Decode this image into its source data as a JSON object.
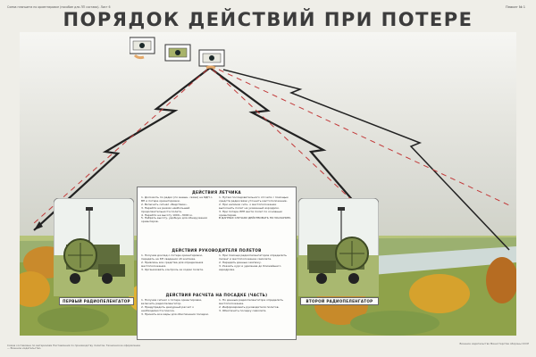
{
  "poster": {
    "title": "ПОРЯДОК ДЕЙСТВИЙ ПРИ ПОТЕРЕ ОРИЕНТИРОВКИ",
    "caption_top_left": "Схема планшета по ориентировке (пособие для ЛП состава). Лист 6",
    "caption_top_right": "Плакат № 1",
    "plate_left": "ПЕРВЫЙ РАДИОПЕЛЕНГАТОР",
    "plate_right": "ВТОРОЙ РАДИОПЕЛЕНГАТОР",
    "sections": {
      "pilot": {
        "heading": "ДЕЙСТВИЯ ЛЕТЧИКА",
        "col1": "1. Доложить по радио (по внешн. связи) на КДП о ВП и потере ориентировки.\n2. Включить сигнал «Бедствие».\n3. Перейти на режим наибольшей продолжительности полета.\n4. Перейти на высоту 1000—3000 м.\n5. Набрать высоту, удобную для обнаружения ориентиров.",
        "col2": "1. Путем последовательного отсчета с помощью средств радиосвязи уточнить местоположение.\n2. При наличии сигн. о местоположении выполнить полет на указанный аэродром.\n3. При потере ЛРП вести полет по основным ориентирам.\nВ ДАННЫХ СЛУЧАЯХ ДЕЙСТВОВАТЬ ПО УКАЗАНИЮ."
      },
      "flight_leader": {
        "heading": "ДЕЙСТВИЯ РУКОВОДИТЕЛЯ ПОЛЕТОВ",
        "col1": "1. Получив доклад о потере ориентировки, передать на КП сведения об экипаже.\n2. Привлечь все средства для определения местоположения.\n3. Организовать контроль за ходом полета.",
        "col2": "1. При помощи радиопеленгаторов определить пеленг и местоположение самолета.\n2. Передать данные экипажу.\n3. Указать курс и удаление до ближайшего аэродрома."
      },
      "crew": {
        "heading": "ДЕЙСТВИЯ РАСЧЕТА НА ПОСАДКЕ (ЧАСТЬ)",
        "col1": "1. Получив сигнал о потере ориентировки, включить радиопеленгатор.\n2. Предупредить дежурный расчет о необходимости поиска.\n3. Принять все меры для обеспечения посадки.",
        "col2": "1. По данным радиопеленгатора определить местоположение.\n2. Информировать руководителя полетов.\n3. Обеспечить посадку самолета."
      }
    },
    "footer_left": "Схема составлена по материалам Наставления по производству полетов. Техническое оформление — Военное издательство.",
    "footer_right": "Военное издательство Министерства обороны СССР"
  }
}
